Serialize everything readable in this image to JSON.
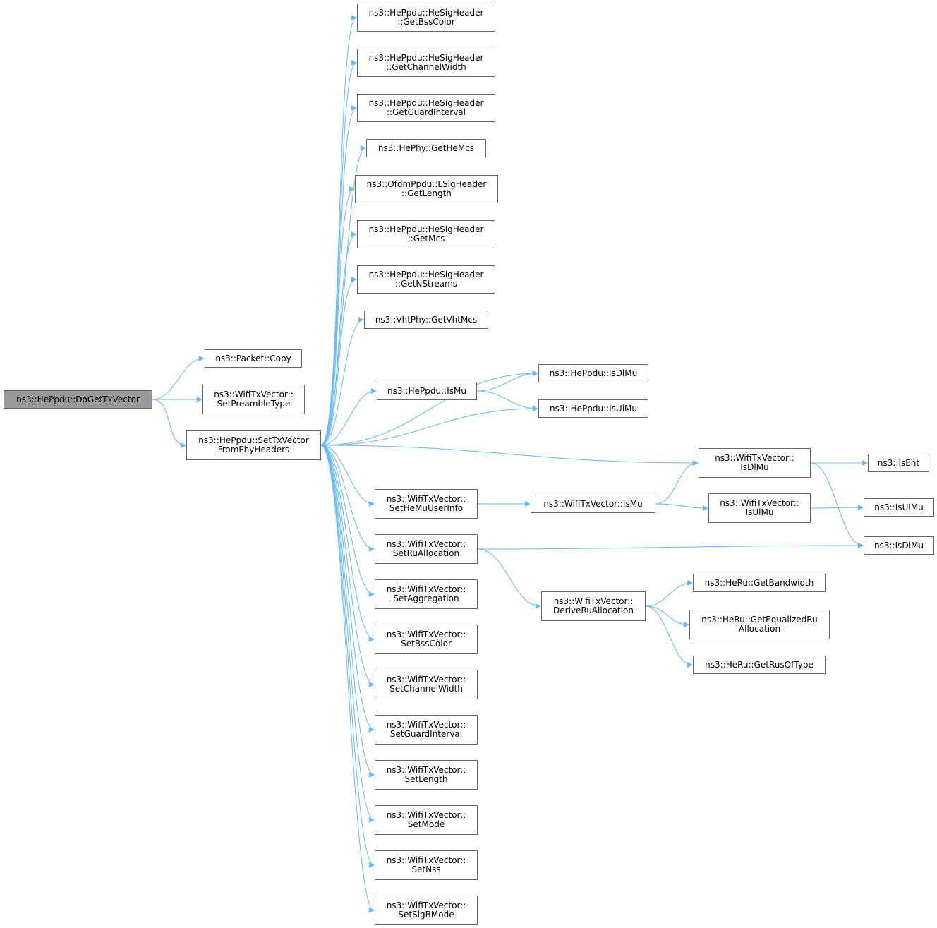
{
  "diagram": {
    "colors": {
      "edge": "#63b8ff",
      "node_border": "#666666",
      "root_fill": "#999999",
      "node_fill": "#ffffff"
    },
    "nodes": [
      {
        "id": "root",
        "lines": [
          "ns3::HePpdu::DoGetTxVector"
        ],
        "root": true
      },
      {
        "id": "packet-copy",
        "lines": [
          "ns3::Packet::Copy"
        ]
      },
      {
        "id": "set-preamble-type",
        "lines": [
          "ns3::WifiTxVector::",
          "SetPreambleType"
        ]
      },
      {
        "id": "set-txvector-from-phy-headers",
        "lines": [
          "ns3::HePpdu::SetTxVector",
          "FromPhyHeaders"
        ]
      },
      {
        "id": "get-bss-color",
        "lines": [
          "ns3::HePpdu::HeSigHeader",
          "::GetBssColor"
        ]
      },
      {
        "id": "get-channel-width",
        "lines": [
          "ns3::HePpdu::HeSigHeader",
          "::GetChannelWidth"
        ]
      },
      {
        "id": "get-guard-interval",
        "lines": [
          "ns3::HePpdu::HeSigHeader",
          "::GetGuardInterval"
        ]
      },
      {
        "id": "get-he-mcs",
        "lines": [
          "ns3::HePhy::GetHeMcs"
        ]
      },
      {
        "id": "get-length",
        "lines": [
          "ns3::OfdmPpdu::LSigHeader",
          "::GetLength"
        ]
      },
      {
        "id": "get-mcs",
        "lines": [
          "ns3::HePpdu::HeSigHeader",
          "::GetMcs"
        ]
      },
      {
        "id": "get-nstreams",
        "lines": [
          "ns3::HePpdu::HeSigHeader",
          "::GetNStreams"
        ]
      },
      {
        "id": "get-vht-mcs",
        "lines": [
          "ns3::VhtPhy::GetVhtMcs"
        ]
      },
      {
        "id": "heppdu-isdlmu",
        "lines": [
          "ns3::HePpdu::IsDlMu"
        ]
      },
      {
        "id": "heppdu-ismu",
        "lines": [
          "ns3::HePpdu::IsMu"
        ]
      },
      {
        "id": "heppdu-isulmu",
        "lines": [
          "ns3::HePpdu::IsUlMu"
        ]
      },
      {
        "id": "wtv-isdlmu",
        "lines": [
          "ns3::WifiTxVector::",
          "IsDlMu"
        ]
      },
      {
        "id": "iseht",
        "lines": [
          "ns3::IsEht"
        ]
      },
      {
        "id": "set-he-mu-user-info",
        "lines": [
          "ns3::WifiTxVector::",
          "SetHeMuUserInfo"
        ]
      },
      {
        "id": "wtv-ismu",
        "lines": [
          "ns3::WifiTxVector::IsMu"
        ]
      },
      {
        "id": "wtv-isulmu",
        "lines": [
          "ns3::WifiTxVector::",
          "IsUlMu"
        ]
      },
      {
        "id": "isulmu",
        "lines": [
          "ns3::IsUlMu"
        ]
      },
      {
        "id": "set-ru-allocation",
        "lines": [
          "ns3::WifiTxVector::",
          "SetRuAllocation"
        ]
      },
      {
        "id": "isdlmu",
        "lines": [
          "ns3::IsDlMu"
        ]
      },
      {
        "id": "derive-ru-allocation",
        "lines": [
          "ns3::WifiTxVector::",
          "DeriveRuAllocation"
        ]
      },
      {
        "id": "heru-get-bandwidth",
        "lines": [
          "ns3::HeRu::GetBandwidth"
        ]
      },
      {
        "id": "heru-get-equalized-ru-allocation",
        "lines": [
          "ns3::HeRu::GetEqualizedRu",
          "Allocation"
        ]
      },
      {
        "id": "heru-get-rus-of-type",
        "lines": [
          "ns3::HeRu::GetRusOfType"
        ]
      },
      {
        "id": "set-aggregation",
        "lines": [
          "ns3::WifiTxVector::",
          "SetAggregation"
        ]
      },
      {
        "id": "set-bss-color",
        "lines": [
          "ns3::WifiTxVector::",
          "SetBssColor"
        ]
      },
      {
        "id": "set-channel-width",
        "lines": [
          "ns3::WifiTxVector::",
          "SetChannelWidth"
        ]
      },
      {
        "id": "set-guard-interval",
        "lines": [
          "ns3::WifiTxVector::",
          "SetGuardInterval"
        ]
      },
      {
        "id": "set-length",
        "lines": [
          "ns3::WifiTxVector::",
          "SetLength"
        ]
      },
      {
        "id": "set-mode",
        "lines": [
          "ns3::WifiTxVector::",
          "SetMode"
        ]
      },
      {
        "id": "set-nss",
        "lines": [
          "ns3::WifiTxVector::",
          "SetNss"
        ]
      },
      {
        "id": "set-sigb-mode",
        "lines": [
          "ns3::WifiTxVector::",
          "SetSigBMode"
        ]
      }
    ],
    "edges": [
      [
        "root",
        "packet-copy"
      ],
      [
        "root",
        "set-preamble-type"
      ],
      [
        "root",
        "set-txvector-from-phy-headers"
      ],
      [
        "set-txvector-from-phy-headers",
        "get-bss-color"
      ],
      [
        "set-txvector-from-phy-headers",
        "get-channel-width"
      ],
      [
        "set-txvector-from-phy-headers",
        "get-guard-interval"
      ],
      [
        "set-txvector-from-phy-headers",
        "get-he-mcs"
      ],
      [
        "set-txvector-from-phy-headers",
        "get-length"
      ],
      [
        "set-txvector-from-phy-headers",
        "get-mcs"
      ],
      [
        "set-txvector-from-phy-headers",
        "get-nstreams"
      ],
      [
        "set-txvector-from-phy-headers",
        "get-vht-mcs"
      ],
      [
        "set-txvector-from-phy-headers",
        "heppdu-isdlmu"
      ],
      [
        "set-txvector-from-phy-headers",
        "heppdu-ismu"
      ],
      [
        "set-txvector-from-phy-headers",
        "heppdu-isulmu"
      ],
      [
        "heppdu-ismu",
        "heppdu-isdlmu"
      ],
      [
        "heppdu-ismu",
        "heppdu-isulmu"
      ],
      [
        "set-txvector-from-phy-headers",
        "wtv-isdlmu"
      ],
      [
        "set-txvector-from-phy-headers",
        "set-he-mu-user-info"
      ],
      [
        "set-txvector-from-phy-headers",
        "set-ru-allocation"
      ],
      [
        "set-txvector-from-phy-headers",
        "set-aggregation"
      ],
      [
        "set-txvector-from-phy-headers",
        "set-bss-color"
      ],
      [
        "set-txvector-from-phy-headers",
        "set-channel-width"
      ],
      [
        "set-txvector-from-phy-headers",
        "set-guard-interval"
      ],
      [
        "set-txvector-from-phy-headers",
        "set-length"
      ],
      [
        "set-txvector-from-phy-headers",
        "set-mode"
      ],
      [
        "set-txvector-from-phy-headers",
        "set-nss"
      ],
      [
        "set-txvector-from-phy-headers",
        "set-sigb-mode"
      ],
      [
        "wtv-isdlmu",
        "iseht"
      ],
      [
        "wtv-isdlmu",
        "isdlmu"
      ],
      [
        "set-he-mu-user-info",
        "wtv-ismu"
      ],
      [
        "wtv-ismu",
        "wtv-isdlmu"
      ],
      [
        "wtv-ismu",
        "wtv-isulmu"
      ],
      [
        "wtv-isulmu",
        "isulmu"
      ],
      [
        "set-ru-allocation",
        "isdlmu"
      ],
      [
        "set-ru-allocation",
        "derive-ru-allocation"
      ],
      [
        "derive-ru-allocation",
        "heru-get-bandwidth"
      ],
      [
        "derive-ru-allocation",
        "heru-get-equalized-ru-allocation"
      ],
      [
        "derive-ru-allocation",
        "heru-get-rus-of-type"
      ]
    ]
  }
}
